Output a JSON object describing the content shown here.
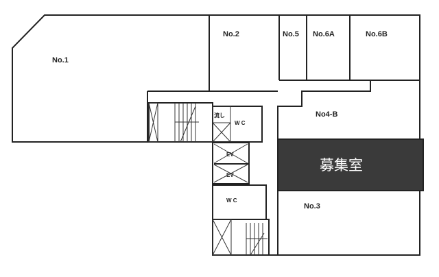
{
  "rooms": {
    "no1": "No.1",
    "no2": "No.2",
    "no5": "No.5",
    "no6a": "No.6A",
    "no6b": "No.6B",
    "no4b": "No4-B",
    "no3": "No.3",
    "vacancy": "募集室"
  },
  "facilities": {
    "sink": "流し",
    "wc_upper": "W C",
    "wc_lower": "W C",
    "ev1": "EV",
    "ev2": "EV"
  },
  "colors": {
    "vacancy_fill": "#3a3a3a",
    "walls": "#222222"
  }
}
